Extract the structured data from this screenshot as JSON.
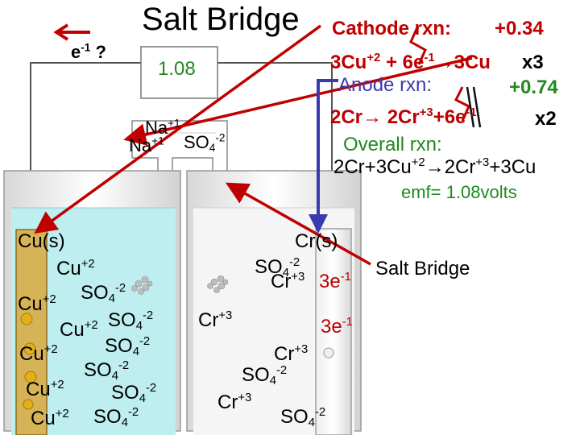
{
  "title": "Salt Bridge",
  "electron_label": {
    "main": "e",
    "sup": "-1",
    "tail": " ?"
  },
  "voltmeter": {
    "value": "1.08"
  },
  "colors": {
    "green": "#1f8a1f",
    "red": "#c00000",
    "solution": "#bfeef0",
    "copper_strip": "#d6b357",
    "blue_arrow": "#3a3ab0"
  },
  "reactions": {
    "cathode_label": "Cathode rxn:",
    "cathode_potential": "+0.34",
    "cathode_multiplier": "x3",
    "anode_label": "Anode rxn:",
    "anode_potential": "+0.74",
    "anode_multiplier": "x2",
    "overall_label": "Overall rxn:",
    "emf": "emf= 1.08volts"
  },
  "equation_parts": {
    "cathode": {
      "a": "3Cu",
      "a_sup": "+2",
      "b": " + ",
      "c": "6",
      "d": "e",
      "d_sup": "-1",
      "e": "3Cu"
    },
    "anode": {
      "a": "2Cr",
      "b": " 2Cr",
      "b_sup": "+3",
      "c": "+",
      "d": "6",
      "e": "e",
      "e_sup": "-1"
    },
    "overall": {
      "a": "2Cr+3Cu",
      "a_sup": "+2",
      "b": "2Cr",
      "b_sup": "+3",
      "c": "+3Cu"
    }
  },
  "salt_bridge_ions": {
    "na1": {
      "main": "Na",
      "sup": "+1"
    },
    "na2": {
      "main": "Na",
      "sup": "+1"
    },
    "so4": {
      "main": "SO",
      "sub": "4",
      "sup": "-2"
    }
  },
  "electrodes": {
    "left": "Cu(s)",
    "right": "Cr(s)"
  },
  "salt_bridge_label": "Salt Bridge",
  "left_ions": [
    {
      "main": "Cu",
      "sup": "+2"
    },
    {
      "main": "SO",
      "sub": "4",
      "sup": "-2"
    },
    {
      "main": "Cu",
      "sup": "+2"
    },
    {
      "main": "Cu",
      "sup": "+2"
    },
    {
      "main": "SO",
      "sub": "4",
      "sup": "-2"
    },
    {
      "main": "Cu",
      "sup": "+2"
    },
    {
      "main": "SO",
      "sub": "4",
      "sup": "-2"
    },
    {
      "main": "SO",
      "sub": "4",
      "sup": "-2"
    },
    {
      "main": "Cu",
      "sup": "+2"
    },
    {
      "main": "SO",
      "sub": "4",
      "sup": "-2"
    },
    {
      "main": "Cu",
      "sup": "+2"
    },
    {
      "main": "SO",
      "sub": "4",
      "sup": "-2"
    }
  ],
  "right_ions": [
    {
      "main": "SO",
      "sub": "4",
      "sup": "-2"
    },
    {
      "main": "Cr",
      "sup": "+3"
    },
    {
      "main": "3e",
      "sup": "-1"
    },
    {
      "main": "Cr",
      "sup": "+3"
    },
    {
      "main": "3e",
      "sup": "-1"
    },
    {
      "main": "Cr",
      "sup": "+3"
    },
    {
      "main": "SO",
      "sub": "4",
      "sup": "-2"
    },
    {
      "main": "Cr",
      "sup": "+3"
    },
    {
      "main": "SO",
      "sub": "4",
      "sup": "-2"
    }
  ]
}
